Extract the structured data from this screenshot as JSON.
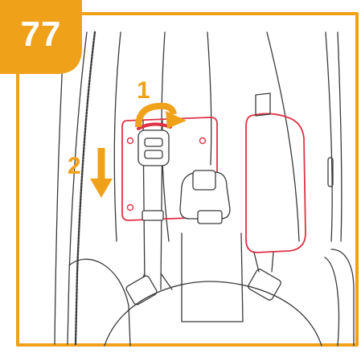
{
  "step_number": "77",
  "callouts": {
    "one": "1",
    "two": "2"
  },
  "colors": {
    "accent": "#f0a11a",
    "highlight": "#e03246",
    "line": "#3a3a3a"
  },
  "icons": [
    "curved-arrow-icon",
    "down-arrow-icon"
  ]
}
